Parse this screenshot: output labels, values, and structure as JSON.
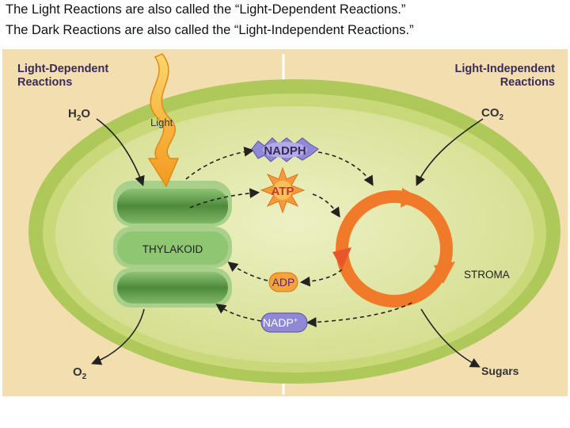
{
  "caption": {
    "line1": "The Light Reactions are also called the “Light-Dependent Reactions.”",
    "line2": "The Dark Reactions are  also called the “Light-Independent Reactions.”"
  },
  "diagram": {
    "left_header": [
      "Light-Dependent",
      "Reactions"
    ],
    "right_header": [
      "Light-Independent",
      "Reactions"
    ],
    "h2o": {
      "main": "H",
      "sub": "2",
      "tail": "O"
    },
    "co2": {
      "main": "CO",
      "sub": "2"
    },
    "o2": {
      "main": "O",
      "sub": "2"
    },
    "light": "Light",
    "thylakoid": "THYLAKOID",
    "stroma": "STROMA",
    "nadph": "NADPH",
    "atp": "ATP",
    "adp": "ADP",
    "nadp": {
      "main": "NADP",
      "sup": "+"
    },
    "sugars": "Sugars",
    "colors": {
      "panel_bg": "#f3deb0",
      "chloroplast_outer": "#aec95a",
      "chloroplast_inner": "#dfe6a6",
      "thylakoid": "#5e9a4a",
      "cycle": "#f07a2a",
      "light_arrow": "#f7b733",
      "header": "#4a3470",
      "nadph_star": "#8f88d6",
      "atp_star": "#f59a3a",
      "adp_badge": "#f4a23a",
      "nadp_badge": "#8f88d6"
    }
  }
}
